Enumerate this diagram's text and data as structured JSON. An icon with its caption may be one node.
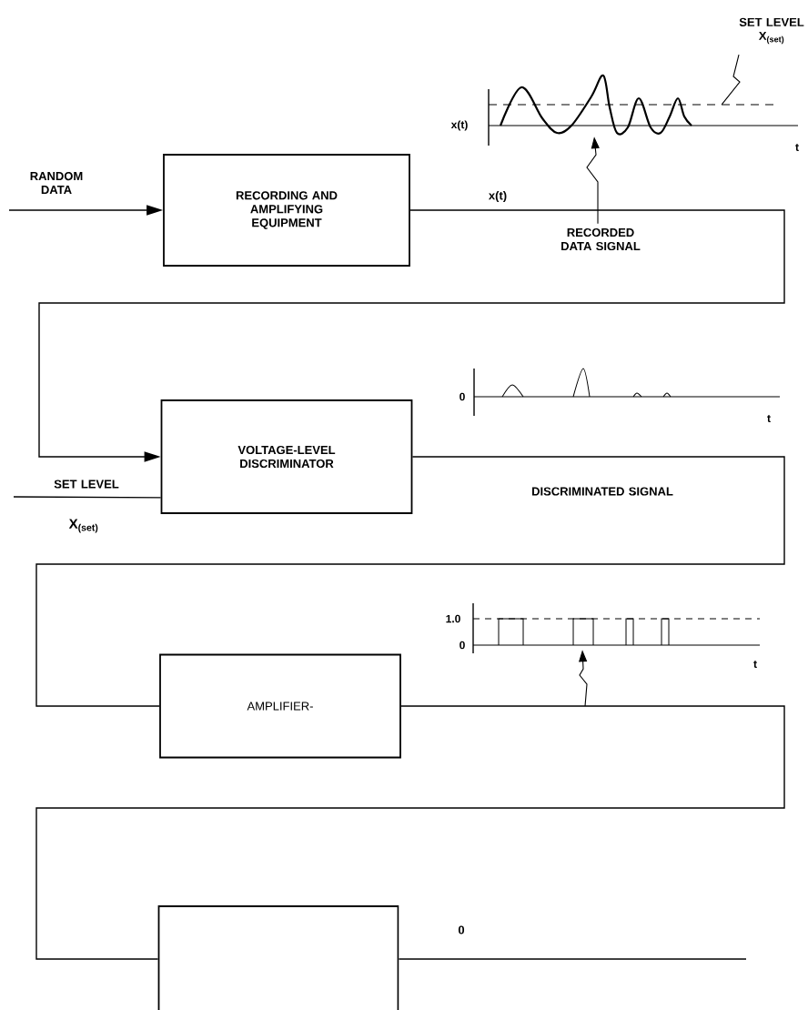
{
  "diagram": {
    "nodes": [
      {
        "text": [
          "SET LEVEL",
          "X$_{(set)}$"
        ]
      },
      {
        "text": [],
        "shape": "picture",
        "beside": [
          "x(t)",
          "t"
        ]
      },
      {
        "text": [
          "RECORDING AND AMPLIFYING EQUIPMENT"
        ]
      },
      {
        "text": [
          "RECORDED DATA SIGNAL"
        ]
      },
      {
        "text": [],
        "shape": "picture",
        "beside": [
          "0",
          "t"
        ]
      },
      {
        "text": [
          "VOLTAGE-LEVEL DISCRIMINATOR"
        ]
      },
      {
        "text": [],
        "shape": "picture",
        "beside": [
          "1.0",
          "0",
          "t"
        ]
      },
      {
        "text": [
          "AMPLIFIER-"
        ]
      },
      {
        "text": [],
        "shape": "box"
      }
    ],
    "edges": [
      {
        "from": null,
        "to": 2,
        "arrow": "to",
        "label": "RANDOM DATA"
      },
      {
        "from": 2,
        "to": 5,
        "arrow": "to",
        "label": "x(t)"
      },
      {
        "from": null,
        "to": 5,
        "arrow": "none",
        "label": "SET LEVEL"
      },
      {
        "from": 5,
        "to": 7,
        "arrow": "none",
        "label": "DISCRIMINATED SIGNAL"
      },
      {
        "from": 7,
        "to": 8,
        "arrow": "none"
      },
      {
        "from": 8,
        "to": null,
        "arrow": "none",
        "label": "0"
      },
      {
        "from": 3,
        "to": 1,
        "arrow": "to"
      },
      {
        "from": 0,
        "to": 1,
        "arrow": "none"
      },
      {
        "from": null,
        "to": 6,
        "arrow": "to"
      }
    ],
    "labels": [
      "X$_{(set)}$"
    ]
  }
}
